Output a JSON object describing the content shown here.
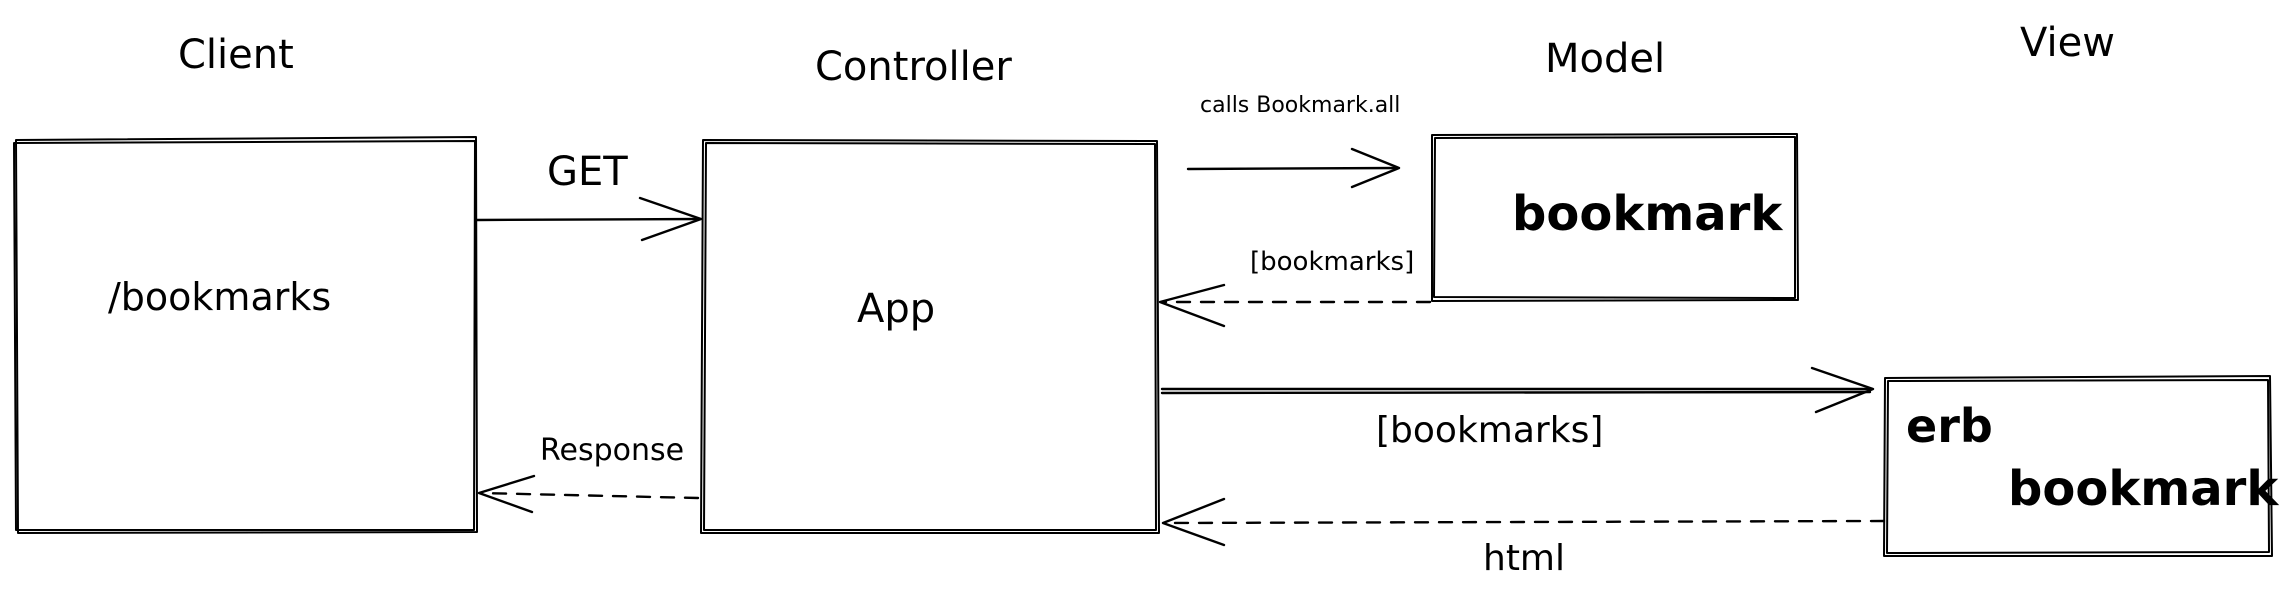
{
  "diagram": {
    "headers": {
      "client": "Client",
      "controller": "Controller",
      "model": "Model",
      "view": "View"
    },
    "boxes": {
      "client": "/bookmarks",
      "controller": "App",
      "model": "bookmark",
      "view_line1": "erb",
      "view_line2": "bookmark"
    },
    "arrows": {
      "get": "GET",
      "response": "Response",
      "calls": "calls Bookmark.all",
      "model_return": "[bookmarks]",
      "to_view": "[bookmarks]",
      "html": "html"
    },
    "colors": {
      "ink": "#000000",
      "background": "#ffffff"
    }
  }
}
